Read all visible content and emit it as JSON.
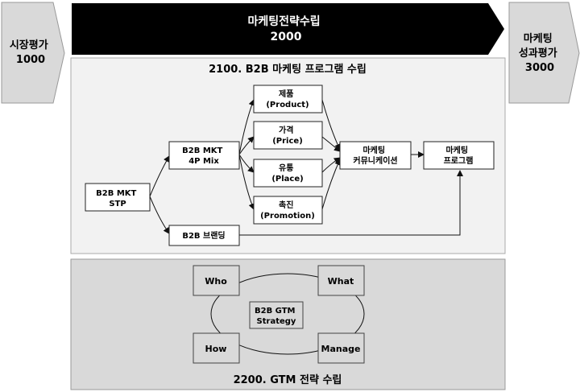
{
  "header": {
    "left": [
      "시장평가",
      "1000"
    ],
    "center": [
      "마케팅전략수립",
      "2000"
    ],
    "right": [
      "마케팅",
      "성과평가",
      "3000"
    ]
  },
  "program": {
    "title": "2100. B2B 마케팅 프로그램 수립",
    "stp": [
      "B2B MKT",
      "STP"
    ],
    "mix": [
      "B2B MKT",
      "4P Mix"
    ],
    "branding": "B2B 브랜딩",
    "product": [
      "제품",
      "(Product)"
    ],
    "price": [
      "가격",
      "(Price)"
    ],
    "place": [
      "유통",
      "(Place)"
    ],
    "promotion": [
      "촉진",
      "(Promotion)"
    ],
    "communication": [
      "마케팅",
      "커뮤니케이션"
    ],
    "mkt_program": [
      "마케팅",
      "프로그램"
    ]
  },
  "gtm": {
    "title": "2200. GTM 전략 수립",
    "who": "Who",
    "what": "What",
    "how": "How",
    "manage": "Manage",
    "center": [
      "B2B GTM",
      "Strategy"
    ]
  },
  "colors": {
    "banner": "#000000",
    "side_arrow": "#d9d9d9",
    "gtm_panel": "#d9d9d9"
  }
}
